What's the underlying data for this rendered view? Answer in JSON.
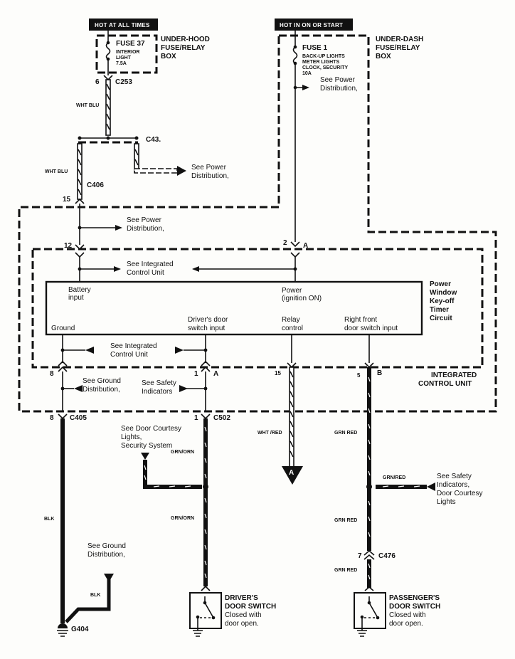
{
  "diagram": {
    "title": "Power Window Key-off Timer Circuit",
    "power_sources": {
      "hot_at_all_times": "HOT AT ALL TIMES",
      "hot_in_on_or_start": "HOT IN ON OR START"
    },
    "fuse_boxes": {
      "under_hood": [
        "UNDER-HOOD",
        "FUSE/RELAY",
        "BOX"
      ],
      "under_dash": [
        "UNDER-DASH",
        "FUSE/RELAY",
        "BOX"
      ]
    },
    "fuses": {
      "fuse37": {
        "name": "FUSE 37",
        "desc": [
          "INTERIOR",
          "LIGHT",
          "7.5A"
        ]
      },
      "fuse1": {
        "name": "FUSE 1",
        "desc": [
          "BACK-UP LIGHTS",
          "METER LIGHTS",
          "CLOCK, SECURITY",
          "10A"
        ]
      }
    },
    "connectors": {
      "c253": {
        "pin": "6",
        "name": "C253"
      },
      "c43": {
        "name": "C43."
      },
      "c406": {
        "name": "C406",
        "pin": "15"
      },
      "icu_12": {
        "pin": "12"
      },
      "icu_2a": {
        "pin": "2",
        "letter": "A"
      },
      "icu_8": {
        "pin": "8"
      },
      "icu_1a": {
        "pin": "1",
        "letter": "A"
      },
      "icu_15": {
        "pin": "15"
      },
      "icu_5b": {
        "pin": "5",
        "letter": "B"
      },
      "c405": {
        "pin": "8",
        "name": "C405"
      },
      "c502": {
        "pin": "1",
        "name": "C502"
      },
      "c476": {
        "pin": "7",
        "name": "C476"
      },
      "g404": {
        "name": "G404"
      },
      "offpage_a": {
        "letter": "A"
      }
    },
    "wire_colors": {
      "wht_blu_1": "WHT BLU",
      "wht_blu_2": "WHT BLU",
      "wht_red": "WHT /RED",
      "grn_red_1": "GRN RED",
      "grn_red_branch": "GRN/RED",
      "grn_red_2": "GRN RED",
      "grn_red_3": "GRN RED",
      "grn_orn_1": "GRN/ORN",
      "grn_orn_2": "GRN/ORN",
      "blk_1": "BLK",
      "blk_2": "BLK"
    },
    "references": {
      "see_power_dist_1": [
        "See Power",
        "Distribution,"
      ],
      "see_power_dist_2": [
        "See Power",
        "Distribution,"
      ],
      "see_power_dist_3": [
        "See Power",
        "Distribution,"
      ],
      "see_icu_1": [
        "See Integrated",
        "Control Unit"
      ],
      "see_icu_2": [
        "See Integrated",
        "Control Unit"
      ],
      "see_ground_dist_1": [
        "See Ground",
        "Distribution,"
      ],
      "see_safety_1": [
        "See Safety",
        "Indicators"
      ],
      "see_door_courtesy": [
        "See Door Courtesy",
        "Lights,",
        "Security System"
      ],
      "see_safety_2": [
        "See Safety",
        "Indicators,",
        "Door Courtesy",
        "Lights"
      ],
      "see_ground_dist_2": [
        "See Ground",
        "Distribution,"
      ]
    },
    "timer_box": {
      "battery_input": [
        "Battery",
        "input"
      ],
      "power_ign": [
        "Power",
        "(ignition ON)"
      ],
      "ground": "Ground",
      "drivers_door": [
        "Driver's door",
        "switch input"
      ],
      "relay_control": [
        "Relay",
        "control"
      ],
      "right_front": [
        "Right front",
        "door switch input"
      ],
      "circuit_label": [
        "Power",
        "Window",
        "Key-off",
        "Timer",
        "Circuit"
      ]
    },
    "icu_label": [
      "INTEGRATED",
      "CONTROL UNIT"
    ],
    "switches": {
      "driver": {
        "title": [
          "DRIVER'S",
          "DOOR SWITCH"
        ],
        "desc": [
          "Closed with",
          "door open."
        ]
      },
      "passenger": {
        "title": [
          "PASSENGER'S",
          "DOOR SWITCH"
        ],
        "desc": [
          "Closed with",
          "door open."
        ]
      }
    }
  }
}
